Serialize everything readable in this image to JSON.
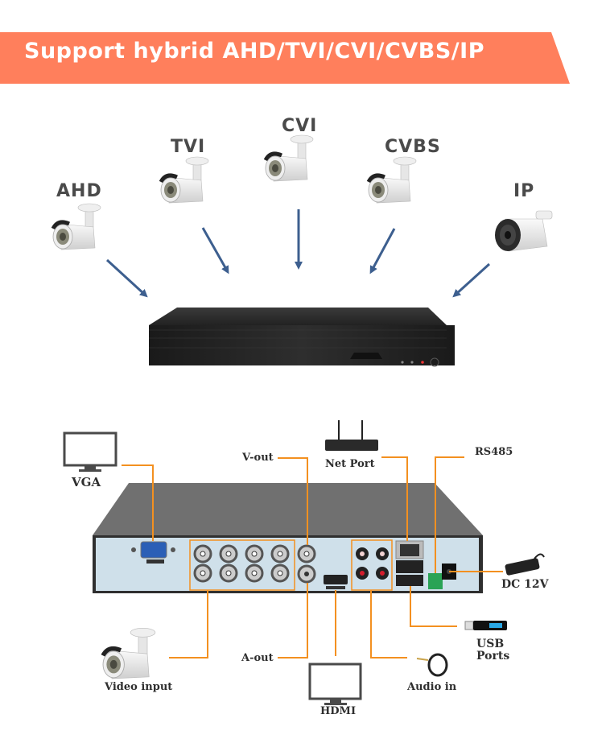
{
  "banner": {
    "title": "Support hybrid AHD/TVI/CVI/CVBS/IP",
    "color": "#ff7f5c"
  },
  "cameras": [
    {
      "label": "AHD"
    },
    {
      "label": "TVI"
    },
    {
      "label": "CVI"
    },
    {
      "label": "CVBS"
    },
    {
      "label": "IP"
    }
  ],
  "arrow_color": "#3d5f8f",
  "connector_color": "#f39020",
  "ports": {
    "vga": "VGA",
    "vout": "V-out",
    "net_port": "Net Port",
    "rs485": "RS485",
    "dc12v": "DC 12V",
    "usb": "USB",
    "usb2": "Ports",
    "audio_in": "Audio in",
    "hdmi": "HDMI",
    "aout": "A-out",
    "video_input": "Video input"
  }
}
